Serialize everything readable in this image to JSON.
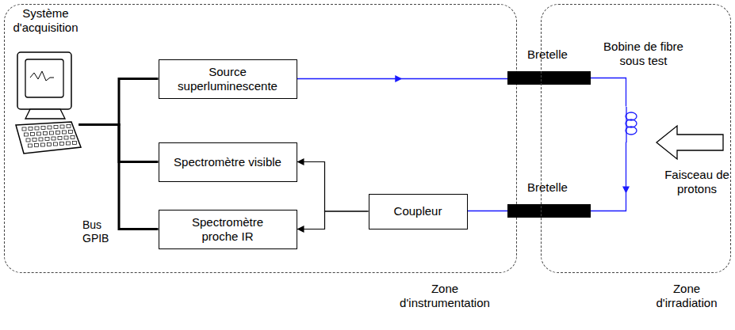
{
  "diagram": {
    "nodes": [
      {
        "text": [
          "Zone d'instrumentation"
        ]
      },
      {
        "text": [
          "Système d'acquisition"
        ],
        "in": 0
      },
      {
        "text": [
          "Source superluminescente"
        ],
        "in": 0
      },
      {
        "text": [
          "Spectromètre visible"
        ],
        "in": 0
      },
      {
        "text": [
          "Spectromètre proche IR"
        ],
        "in": 0
      },
      {
        "text": [
          "Coupleur"
        ],
        "in": 0
      },
      {
        "text": [
          "Bretelle"
        ]
      },
      {
        "text": [
          "Bretelle"
        ]
      },
      {
        "text": [
          "Zone d'irradiation"
        ]
      },
      {
        "text": [
          "Bobine de fibre sous test"
        ],
        "in": 8
      }
    ],
    "edges": [
      {
        "from": 2,
        "to": 6,
        "arrow": "to"
      },
      {
        "from": 6,
        "to": 9,
        "arrow": "none"
      },
      {
        "from": 9,
        "to": 7,
        "arrow": "to"
      },
      {
        "from": 7,
        "to": 5,
        "arrow": "none"
      },
      {
        "from": 5,
        "to": 3,
        "arrow": "to"
      },
      {
        "from": 5,
        "to": 4,
        "arrow": "to"
      },
      {
        "from": 1,
        "to": 2,
        "arrow": "none"
      },
      {
        "from": 1,
        "to": 3,
        "arrow": "none"
      },
      {
        "from": 1,
        "to": 4,
        "arrow": "none"
      }
    ],
    "labels": [
      "Bus GPIB",
      "Faisceau de protons"
    ]
  }
}
